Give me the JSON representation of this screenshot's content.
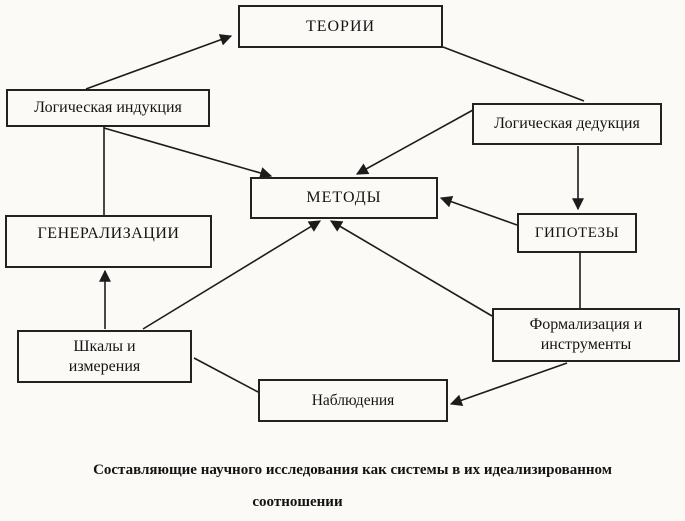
{
  "figure": {
    "background_color": "#fbfaf7",
    "line_color": "#1c1c1c",
    "type": "flow-diagram"
  },
  "nodes": {
    "theories": {
      "label": "ТЕОРИИ"
    },
    "logical_induction": {
      "label": "Логическая индукция"
    },
    "logical_deduction": {
      "label": "Логическая дедукция"
    },
    "methods": {
      "label": "МЕТОДЫ"
    },
    "hypotheses": {
      "label": "ГИПОТЕЗЫ"
    },
    "generalizations": {
      "label": "ГЕНЕРАЛИЗАЦИИ"
    },
    "formalization": {
      "line1": "Формализация и",
      "line2": "инструменты"
    },
    "scales": {
      "line1": "Шкалы и",
      "line2": "измерения"
    },
    "observations": {
      "label": "Наблюдения"
    }
  },
  "edges": [
    {
      "from": "logical_induction",
      "to": "theories",
      "arrow": true
    },
    {
      "from": "theories",
      "to": "logical_deduction",
      "arrow": false
    },
    {
      "from": "logical_deduction",
      "to": "methods",
      "arrow": true
    },
    {
      "from": "logical_deduction",
      "to": "hypotheses",
      "arrow": true
    },
    {
      "from": "hypotheses",
      "to": "methods",
      "arrow": true
    },
    {
      "from": "hypotheses",
      "to": "formalization",
      "arrow": false
    },
    {
      "from": "formalization",
      "to": "methods",
      "arrow": true
    },
    {
      "from": "scales",
      "to": "methods",
      "arrow": true
    },
    {
      "from": "scales",
      "to": "generalizations",
      "arrow": true
    },
    {
      "from": "logical_induction",
      "to": "generalizations",
      "arrow": false
    },
    {
      "from": "logical_induction",
      "to": "methods",
      "arrow": true
    },
    {
      "from": "scales",
      "to": "observations",
      "arrow": false
    },
    {
      "from": "formalization",
      "to": "observations",
      "arrow": true
    }
  ],
  "caption": {
    "line1": "Составляющие научного исследования как системы в их идеализированном",
    "line2": "соотношении"
  }
}
